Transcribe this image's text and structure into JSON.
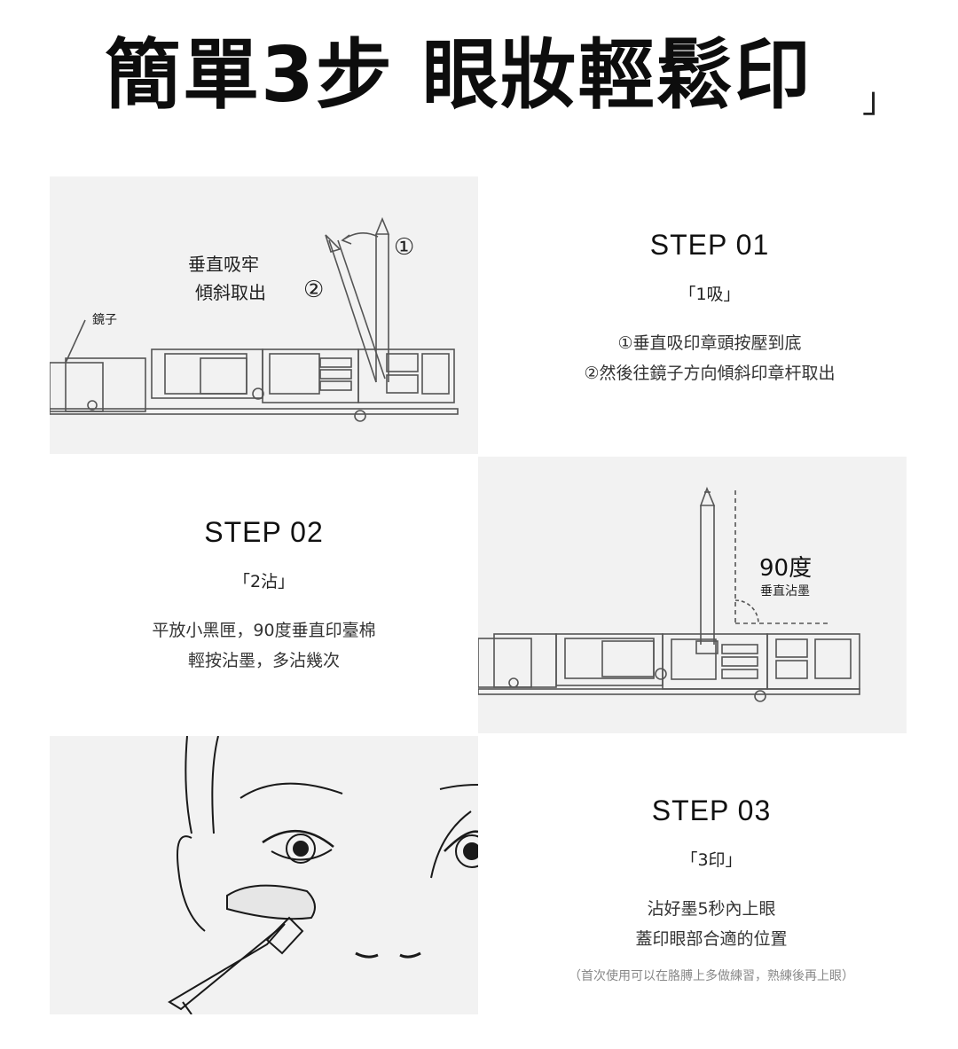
{
  "header": {
    "title": "簡單3步 眼妝輕鬆印",
    "bracket": "」"
  },
  "step1": {
    "title": "STEP 01",
    "subtitle": "「1吸」",
    "desc_line1": "①垂直吸印章頭按壓到底",
    "desc_line2": "②然後往鏡子方向傾斜印章杆取出",
    "ill_label_line1": "垂直吸牢",
    "ill_label_line2": "傾斜取出",
    "ill_mirror": "鏡子",
    "ill_num1": "①",
    "ill_num2": "②"
  },
  "step2": {
    "title": "STEP 02",
    "subtitle": "「2沾」",
    "desc_line1": "平放小黑匣，90度垂直印臺棉",
    "desc_line2": "輕按沾墨，多沾幾次",
    "ill_angle": "90度",
    "ill_angle_sub": "垂直沾墨"
  },
  "step3": {
    "title": "STEP 03",
    "subtitle": "「3印」",
    "desc_line1": "沾好墨5秒內上眼",
    "desc_line2": "蓋印眼部合適的位置",
    "note": "（首次使用可以在胳膊上多做練習，熟練後再上眼）"
  },
  "colors": {
    "panel_bg": "#f2f2f2",
    "line": "#555555",
    "text": "#111111"
  }
}
